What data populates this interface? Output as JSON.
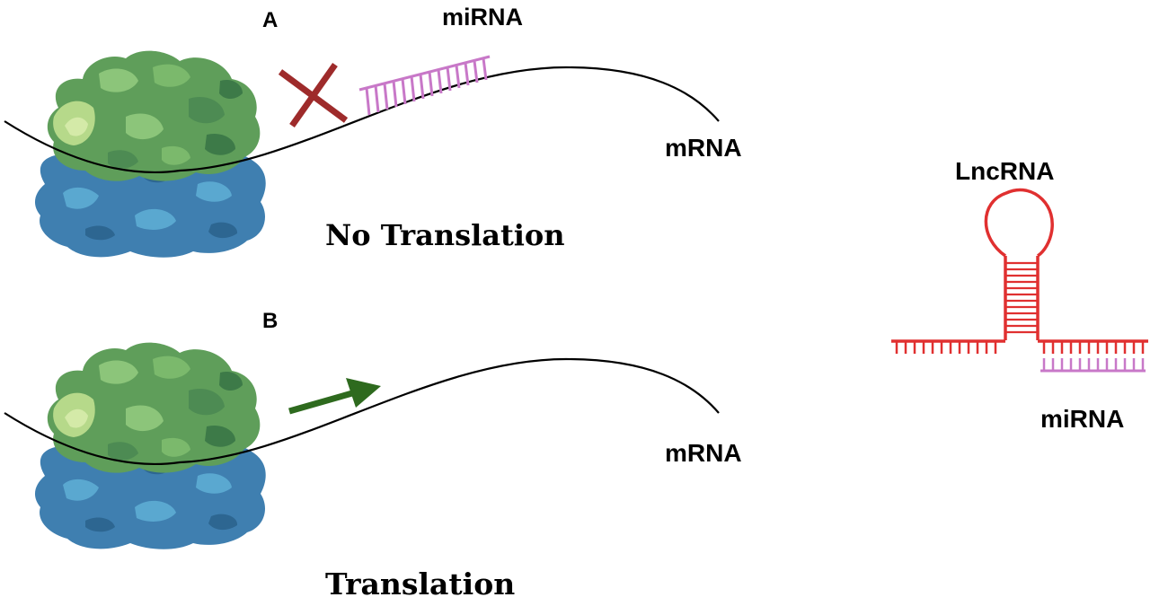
{
  "panel_a": {
    "letter": "A",
    "mirna_label": "miRNA",
    "mrna_label": "mRNA",
    "caption": "No Translation"
  },
  "panel_b": {
    "letter": "B",
    "mrna_label": "mRNA",
    "caption": "Translation"
  },
  "lnc_panel": {
    "lncrna_label": "LncRNA",
    "mirna_label": "miRNA"
  },
  "colors": {
    "ribosome_small_subunit": "#3f7fb0",
    "ribosome_large_subunit": "#5f9e5a",
    "mirna": "#c878c8",
    "lncrna": "#e03030",
    "block_x": "#9e2b2b",
    "arrow": "#2e6a1e",
    "mrna_strand": "#000000"
  },
  "icons": {
    "ribosome": "ribosome-icon",
    "block": "block-x-icon",
    "proceed": "green-arrow-icon",
    "hairpin": "lncrna-hairpin-icon"
  }
}
